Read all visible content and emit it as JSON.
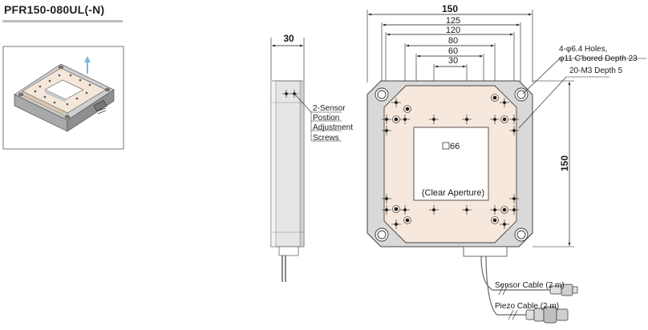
{
  "title": "PFR150-080UL(-N)",
  "colors": {
    "stage_fill": "#f6e8dc",
    "base_fill": "#d9d9d9",
    "side_fill": "#e8e8e8",
    "title_underline": "#bdbdbd",
    "arrow_blue": "#7fb6e0"
  },
  "dimensions": {
    "side_thickness": "30",
    "width_150": "150",
    "width_125": "125",
    "width_120": "120",
    "width_80": "80",
    "width_60": "60",
    "width_30": "30",
    "height_150": "150",
    "aperture_size": "66"
  },
  "annotations": {
    "sensor_screws": [
      "2-Sensor",
      "Postion",
      "Adjustment",
      "Screws"
    ],
    "holes": [
      "4-φ6.4 Holes,",
      "φ11 C'bored Depth 23",
      "20-M3 Depth 5"
    ],
    "clear_aperture": "(Clear Aperture)",
    "sensor_cable": "Sensor Cable (2 m)",
    "piezo_cable": "Piezo Cable (2 m)"
  },
  "icons": {
    "square_symbol": "square-icon",
    "diameter_symbol": "phi"
  }
}
